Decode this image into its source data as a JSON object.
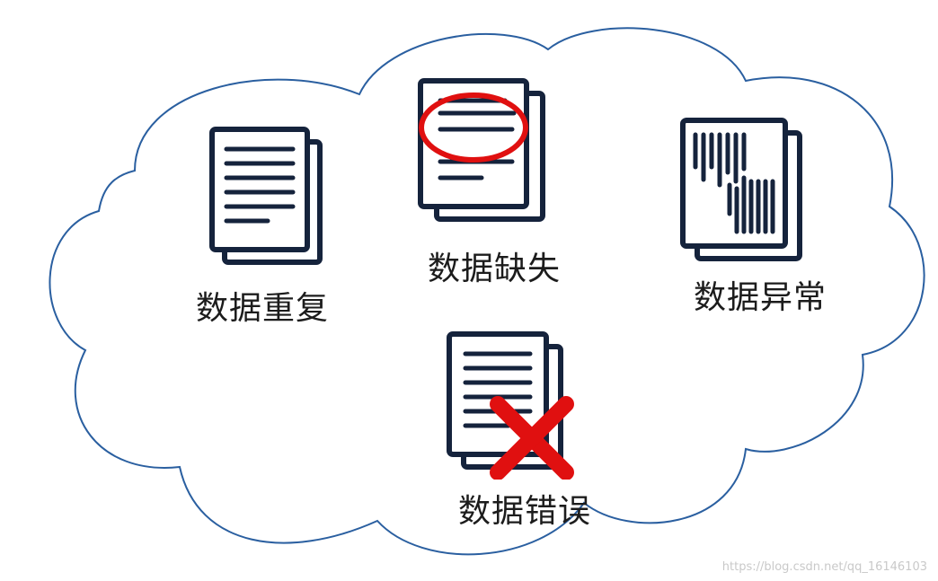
{
  "labels": {
    "duplicate": "数据重复",
    "missing": "数据缺失",
    "anomaly": "数据异常",
    "error": "数据错误"
  },
  "watermark": "https://blog.csdn.net/qq_16146103",
  "colors": {
    "cloud_stroke": "#2a5fa0",
    "icon_stroke": "#15233c",
    "marker_red": "#e01010"
  }
}
